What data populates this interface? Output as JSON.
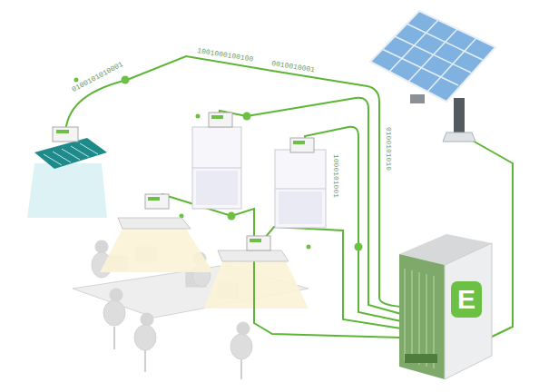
{
  "diagram": {
    "nodes": [
      {
        "text": [
          "E"
        ]
      }
    ],
    "labels": [
      "0100101010001",
      "1001000100100",
      "0100101010",
      "1000101001",
      "0010010001"
    ]
  }
}
